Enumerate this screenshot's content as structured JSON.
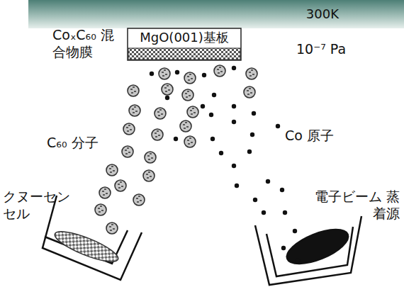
{
  "diagram": {
    "nodes": [
      {
        "text": [
          "300K"
        ]
      },
      {
        "text": [
          "MgO(001)基板"
        ]
      }
    ],
    "labels": [
      "CoₓC₆₀ 混合物膜",
      "10⁻⁷ Pa",
      "C₆₀ 分子",
      "Co 原子",
      "クヌーセン セル",
      "電子ビーム 蒸着源"
    ]
  }
}
